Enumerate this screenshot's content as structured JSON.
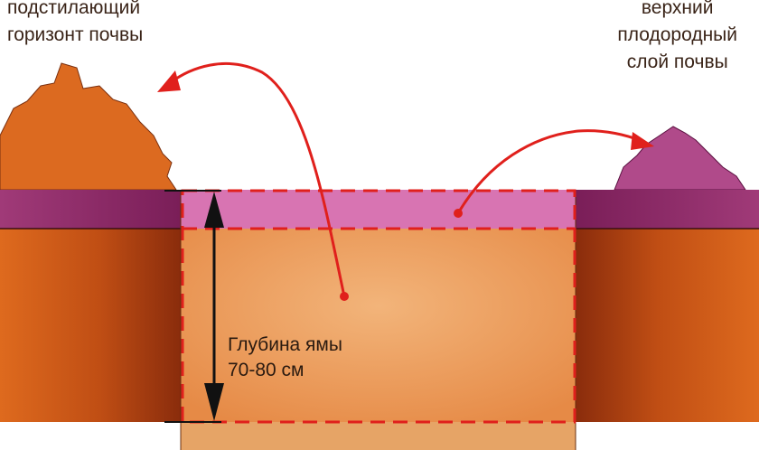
{
  "labels": {
    "subsoil_line1": "подстилающий",
    "subsoil_line2": "горизонт почвы",
    "topsoil_line1": "верхний",
    "topsoil_line2": "плодородный",
    "topsoil_line3": "слой почвы",
    "depth_line1": "Глубина ямы",
    "depth_line2": "70-80 см"
  },
  "colors": {
    "topsoil": "#8e2a68",
    "topsoil_pit": "#d873b4",
    "subsoil": "#d4641e",
    "pit": "#eca062",
    "arrow": "#e0201c"
  }
}
